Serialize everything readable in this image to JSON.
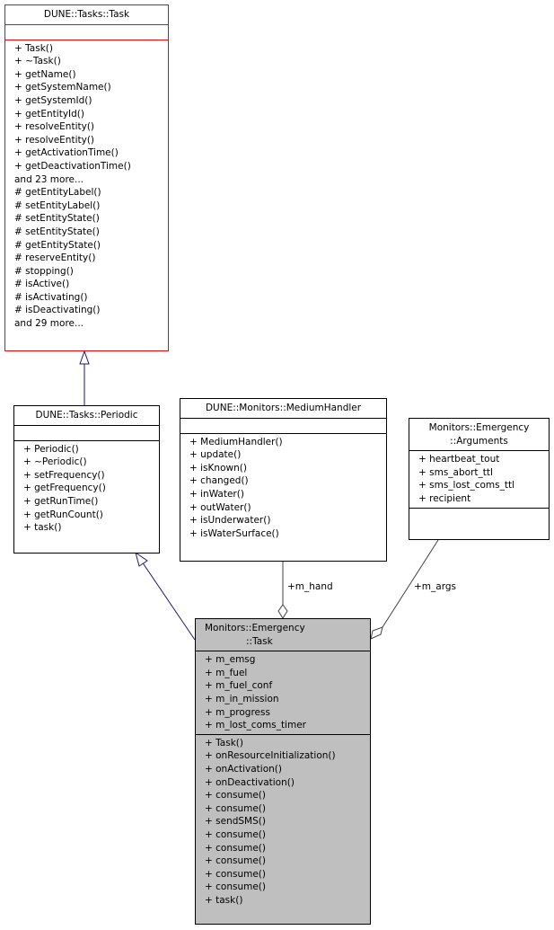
{
  "diagram": {
    "type": "doxygen-collaboration-diagram",
    "classes": {
      "task_base": {
        "name": "DUNE::Tasks::Task",
        "attributes": [],
        "methods": [
          "+ Task()",
          "+ ~Task()",
          "+ getName()",
          "+ getSystemName()",
          "+ getSystemId()",
          "+ getEntityId()",
          "+ resolveEntity()",
          "+ resolveEntity()",
          "+ getActivationTime()",
          "+ getDeactivationTime()",
          "and 23 more...",
          "# getEntityLabel()",
          "# setEntityLabel()",
          "# setEntityState()",
          "# setEntityState()",
          "# getEntityState()",
          "# reserveEntity()",
          "# stopping()",
          "# isActive()",
          "# isActivating()",
          "# isDeactivating()",
          "and 29 more..."
        ],
        "border_color": "#ff0000"
      },
      "periodic": {
        "name": "DUNE::Tasks::Periodic",
        "attributes": [],
        "methods": [
          "+ Periodic()",
          "+ ~Periodic()",
          "+ setFrequency()",
          "+ getFrequency()",
          "+ getRunTime()",
          "+ getRunCount()",
          "+ task()"
        ]
      },
      "medium_handler": {
        "name": "DUNE::Monitors::MediumHandler",
        "attributes": [],
        "methods": [
          "+ MediumHandler()",
          "+ update()",
          "+ isKnown()",
          "+ changed()",
          "+ inWater()",
          "+ outWater()",
          "+ isUnderwater()",
          "+ isWaterSurface()"
        ]
      },
      "arguments": {
        "name_line1": "Monitors::Emergency",
        "name_line2": "::Arguments",
        "attributes": [
          "+ heartbeat_tout",
          "+ sms_abort_ttl",
          "+ sms_lost_coms_ttl",
          "+ recipient"
        ],
        "methods": []
      },
      "emergency_task": {
        "name_line1": "Monitors::Emergency",
        "name_line2": "::Task",
        "attributes": [
          "+ m_emsg",
          "+ m_fuel",
          "+ m_fuel_conf",
          "+ m_in_mission",
          "+ m_progress",
          "+ m_lost_coms_timer"
        ],
        "methods": [
          "+ Task()",
          "+ onResourceInitialization()",
          "+ onActivation()",
          "+ onDeactivation()",
          "+ consume()",
          "+ consume()",
          "+ sendSMS()",
          "+ consume()",
          "+ consume()",
          "+ consume()",
          "+ consume()",
          "+ consume()",
          "+ task()"
        ],
        "fill_color": "#bfbfbf"
      }
    },
    "edges": [
      {
        "from": "periodic",
        "to": "task_base",
        "kind": "inheritance",
        "color": "#191970"
      },
      {
        "from": "emergency_task",
        "to": "periodic",
        "kind": "inheritance",
        "color": "#191970"
      },
      {
        "from": "medium_handler",
        "to": "emergency_task",
        "kind": "aggregation",
        "label": "+m_hand",
        "color": "#404040"
      },
      {
        "from": "arguments",
        "to": "emergency_task",
        "kind": "aggregation",
        "label": "+m_args",
        "color": "#404040"
      }
    ]
  }
}
